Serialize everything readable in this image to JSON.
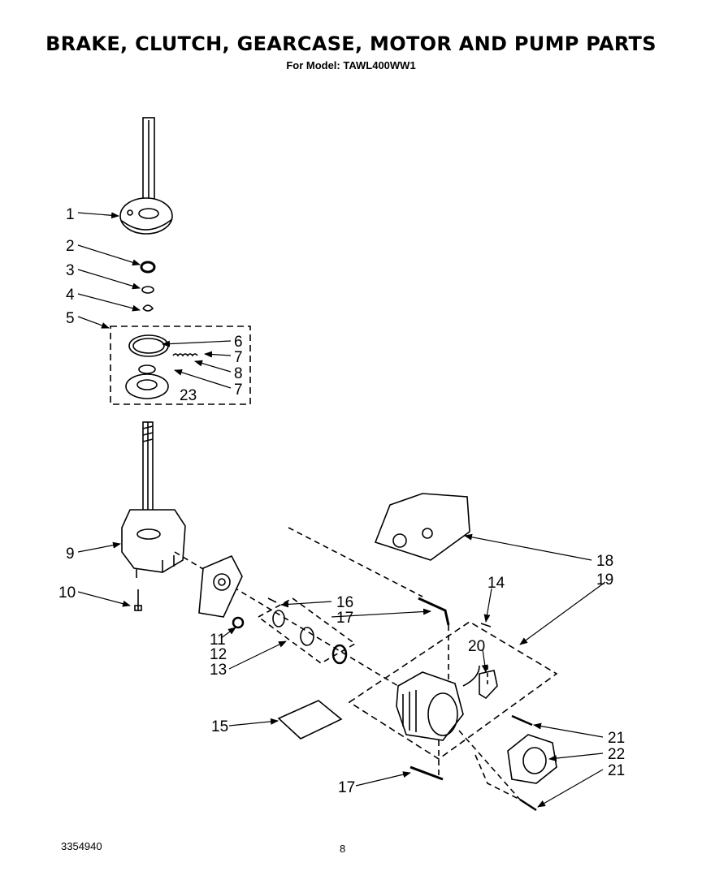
{
  "header": {
    "title": "BRAKE, CLUTCH, GEARCASE, MOTOR AND PUMP PARTS",
    "subtitle": "For Model: TAWL400WW1"
  },
  "footer": {
    "doc_number": "3354940",
    "page_number": "8"
  },
  "callouts": [
    "1",
    "2",
    "3",
    "4",
    "5",
    "6",
    "7",
    "8",
    "7",
    "23",
    "9",
    "10",
    "11",
    "12",
    "13",
    "16",
    "17",
    "14",
    "18",
    "19",
    "20",
    "15",
    "21",
    "22",
    "21",
    "17"
  ]
}
